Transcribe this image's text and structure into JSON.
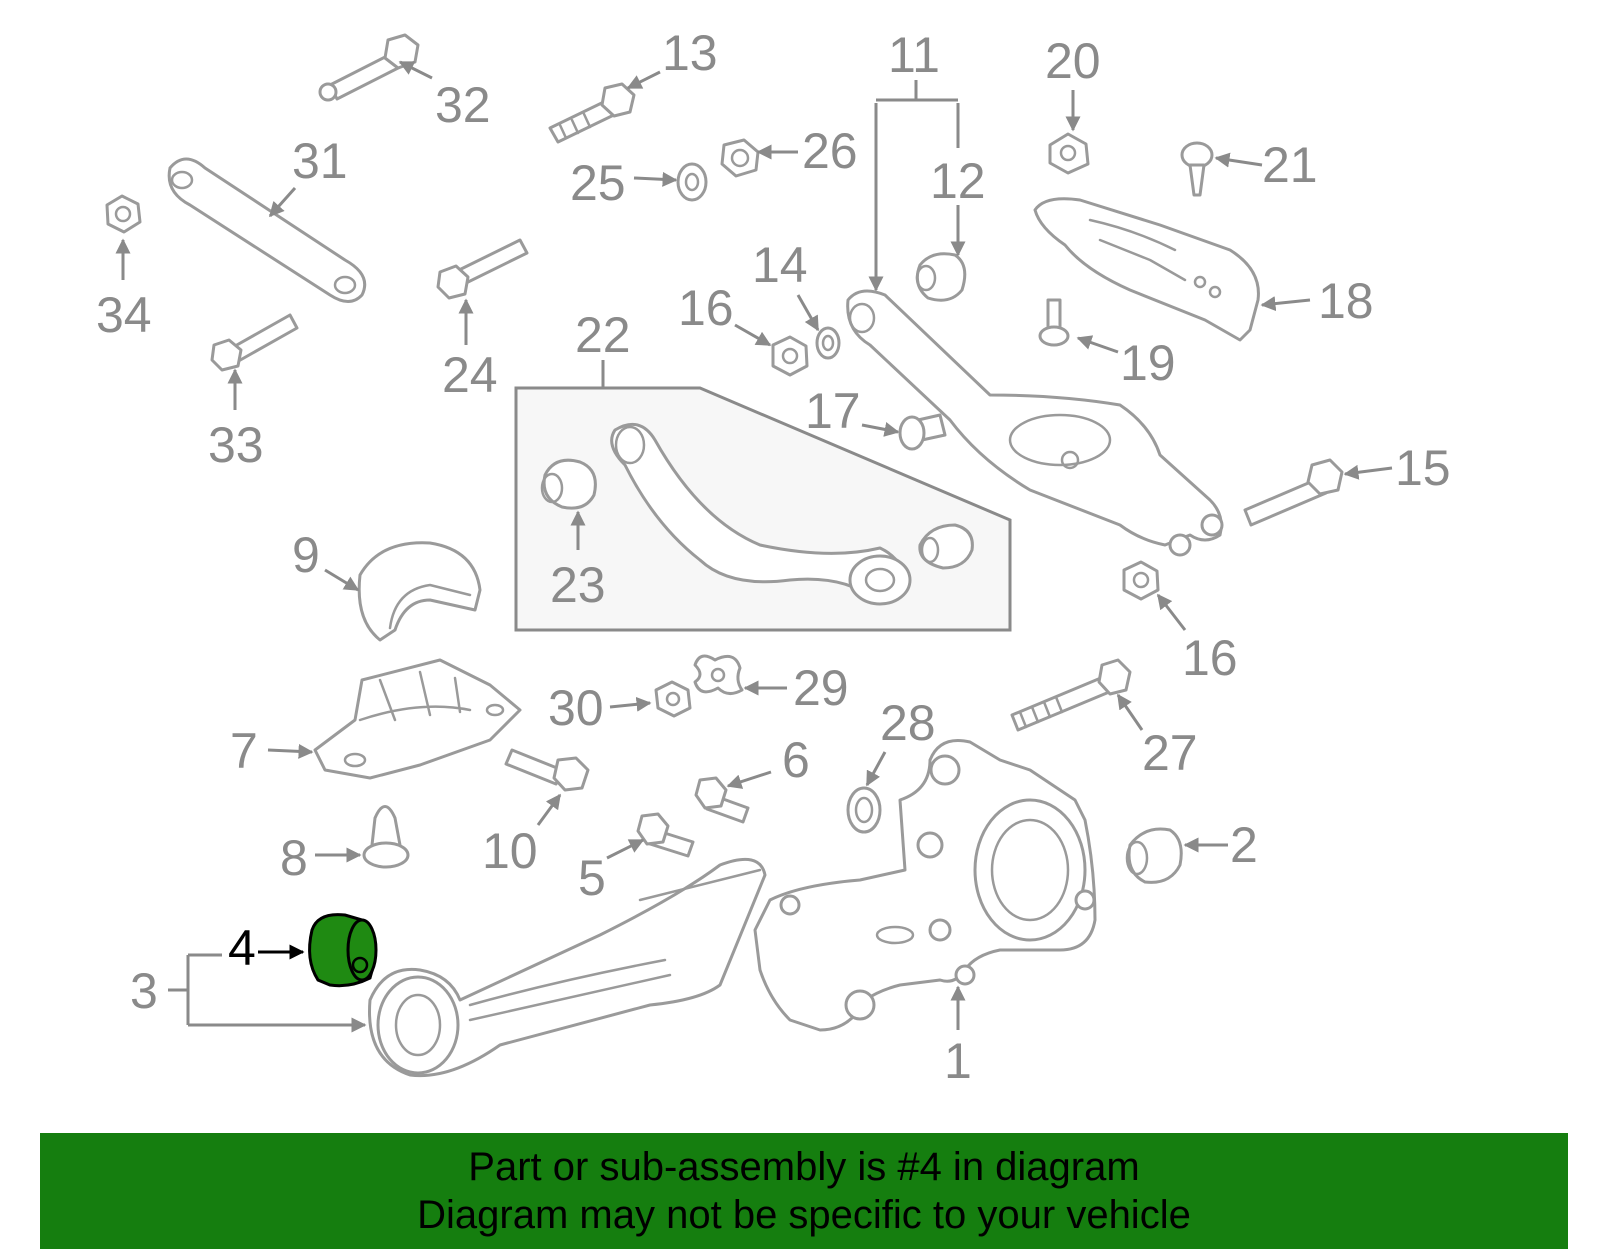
{
  "callouts": {
    "c1": "1",
    "c2": "2",
    "c3": "3",
    "c4": "4",
    "c5": "5",
    "c6": "6",
    "c7": "7",
    "c8": "8",
    "c9": "9",
    "c10": "10",
    "c11": "11",
    "c12": "12",
    "c13": "13",
    "c14": "14",
    "c15": "15",
    "c16a": "16",
    "c16b": "16",
    "c17": "17",
    "c18": "18",
    "c19": "19",
    "c20": "20",
    "c21": "21",
    "c22": "22",
    "c23": "23",
    "c24": "24",
    "c25": "25",
    "c26": "26",
    "c27": "27",
    "c28": "28",
    "c29": "29",
    "c30": "30",
    "c31": "31",
    "c32": "32",
    "c33": "33",
    "c34": "34"
  },
  "highlight_part": "4",
  "colors": {
    "banner": "#157e0f",
    "highlight": "#1f8a12",
    "line": "#9a9a9a"
  },
  "banner": {
    "line1": "Part or sub-assembly is #4 in diagram",
    "line2": "Diagram may not be specific to your vehicle"
  }
}
